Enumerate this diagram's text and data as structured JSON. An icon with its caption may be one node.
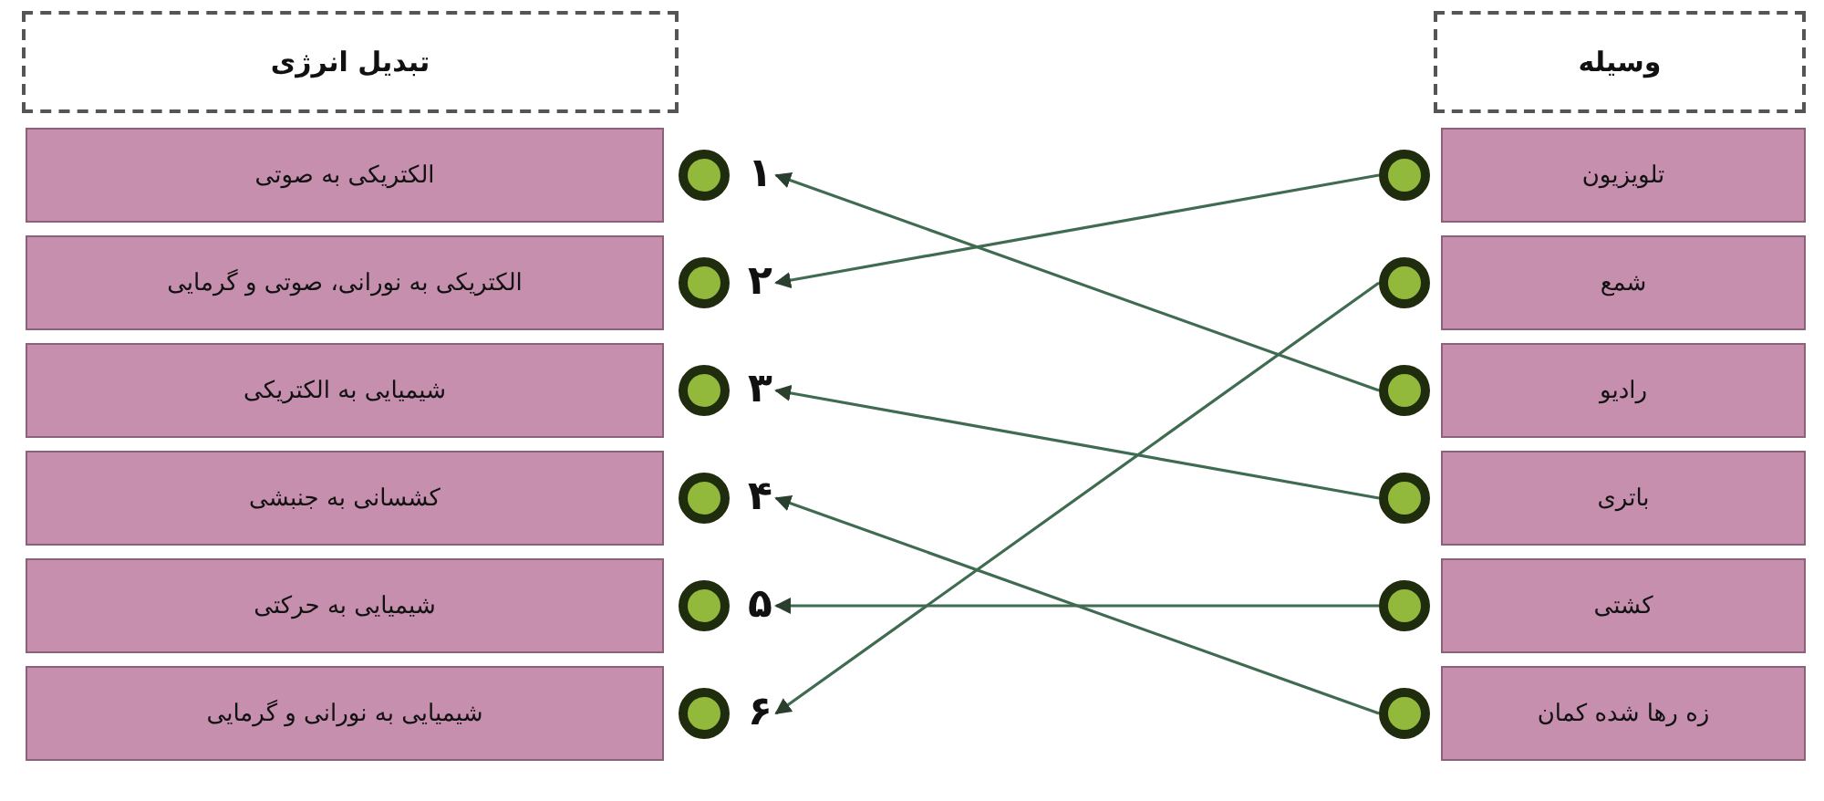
{
  "diagram": {
    "nodes": [
      {
        "text": [
          "تبدیل انرژی"
        ]
      },
      {
        "text": [
          "الکتریکی به صوتی"
        ]
      },
      {
        "text": [
          "الکتریکی به نورانی، صوتی و گرمایی"
        ]
      },
      {
        "text": [
          "شیمیایی به الکتریکی"
        ]
      },
      {
        "text": [
          "کشسانی به جنبشی"
        ]
      },
      {
        "text": [
          "شیمیایی به حرکتی"
        ]
      },
      {
        "text": [
          "شیمیایی به نورانی و گرمایی"
        ]
      },
      {
        "text": [],
        "shape": "circle",
        "beside": [
          "۱"
        ]
      },
      {
        "text": [],
        "shape": "circle",
        "beside": [
          "۲"
        ]
      },
      {
        "text": [],
        "shape": "circle",
        "beside": [
          "۳"
        ]
      },
      {
        "text": [],
        "shape": "circle",
        "beside": [
          "۴"
        ]
      },
      {
        "text": [],
        "shape": "circle",
        "beside": [
          "۵"
        ]
      },
      {
        "text": [],
        "shape": "circle",
        "beside": [
          "۶"
        ]
      },
      {
        "text": [],
        "shape": "circle"
      },
      {
        "text": [],
        "shape": "circle"
      },
      {
        "text": [],
        "shape": "circle"
      },
      {
        "text": [],
        "shape": "circle"
      },
      {
        "text": [],
        "shape": "circle"
      },
      {
        "text": [],
        "shape": "circle"
      },
      {
        "text": [
          "وسیله"
        ]
      },
      {
        "text": [
          "تلویزیون"
        ]
      },
      {
        "text": [
          "شمع"
        ]
      },
      {
        "text": [
          "رادیو"
        ]
      },
      {
        "text": [
          "باتری"
        ]
      },
      {
        "text": [
          "کشتی"
        ]
      },
      {
        "text": [
          "زه رها شده کمان"
        ]
      }
    ],
    "edges": [
      {
        "from": 13,
        "to": 8,
        "arrow": "to"
      },
      {
        "from": 14,
        "to": 12,
        "arrow": "to"
      },
      {
        "from": 15,
        "to": 7,
        "arrow": "to"
      },
      {
        "from": 16,
        "to": 9,
        "arrow": "to"
      },
      {
        "from": 17,
        "to": 11,
        "arrow": "to"
      },
      {
        "from": 18,
        "to": 10,
        "arrow": "to"
      }
    ]
  }
}
